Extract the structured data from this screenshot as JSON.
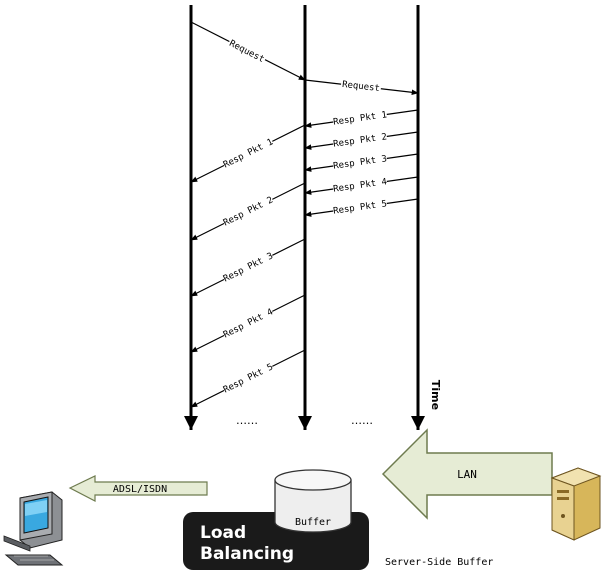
{
  "labels": {
    "request": "Request",
    "resp_pkt_1": "Resp Pkt 1",
    "resp_pkt_2": "Resp Pkt 2",
    "resp_pkt_3": "Resp Pkt 3",
    "resp_pkt_4": "Resp Pkt 4",
    "resp_pkt_5": "Resp Pkt 5",
    "time": "Time",
    "ellipsis": "……",
    "lan": "LAN",
    "adsl": "ADSL/ISDN",
    "buffer": "Buffer",
    "load": "Load",
    "balancing": "Balancing",
    "server_side_buffer": "Server-Side Buffer"
  },
  "colors": {
    "line": "#000000",
    "arrow_fill": "#e6ecd5",
    "arrow_stroke": "#6e7b4f",
    "lb_box": "#1a1a1a",
    "cylinder": "#eeeeee"
  },
  "icons": {
    "client": "computer-icon",
    "server": "server-icon"
  }
}
